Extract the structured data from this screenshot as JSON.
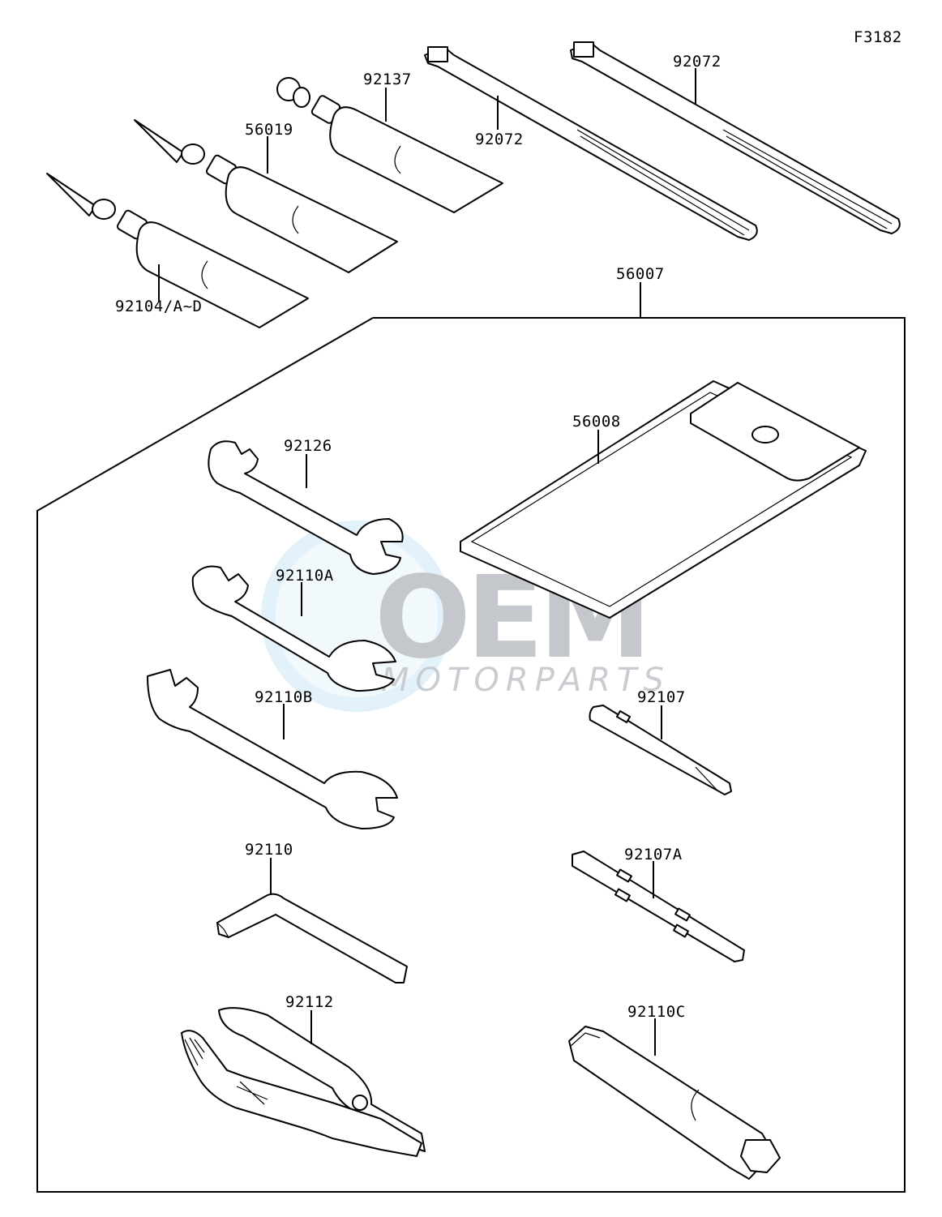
{
  "figure_code": "F3182",
  "watermark": {
    "brand": "OEM",
    "sub": "MOTORPARTS"
  },
  "parts": {
    "p92072_a": "92072",
    "p92072_b": "92072",
    "p92137": "92137",
    "p56019": "56019",
    "p92104": "92104/A~D",
    "p56007": "56007",
    "p56008": "56008",
    "p92126": "92126",
    "p92110A": "92110A",
    "p92110B": "92110B",
    "p92107": "92107",
    "p92110": "92110",
    "p92107A": "92107A",
    "p92112": "92112",
    "p92110C": "92110C"
  }
}
